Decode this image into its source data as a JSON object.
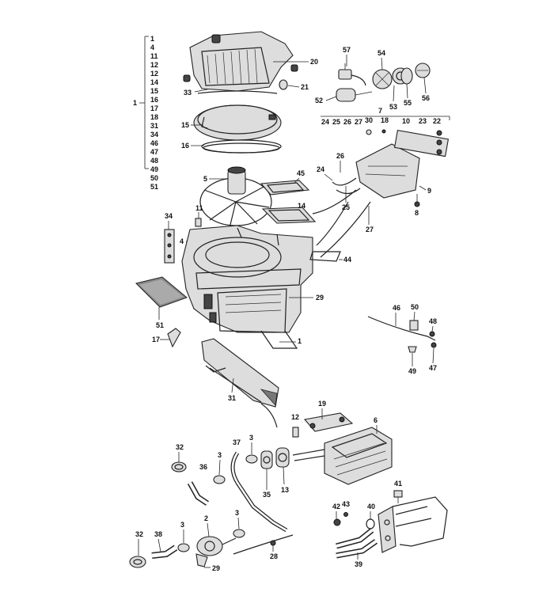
{
  "group_list": {
    "parent": "1",
    "items": [
      "1",
      "4",
      "11",
      "12",
      "12",
      "14",
      "15",
      "16",
      "17",
      "18",
      "31",
      "34",
      "46",
      "47",
      "48",
      "49",
      "50",
      "51"
    ]
  },
  "row_7": {
    "header": "7",
    "items": [
      "24",
      "25",
      "26",
      "27",
      "30",
      "18",
      "10",
      "23",
      "22"
    ]
  },
  "callouts": {
    "c20": "20",
    "c21": "21",
    "c33": "33",
    "c57": "57",
    "c54": "54",
    "c52": "52",
    "c53": "53",
    "c55": "55",
    "c56": "56",
    "c15": "15",
    "c16": "16",
    "c5": "5",
    "c45": "45",
    "c14": "14",
    "c26": "26",
    "c24": "24",
    "c25": "25",
    "c9": "9",
    "c8": "8",
    "c27": "27",
    "c11": "11",
    "c34": "34",
    "c4": "4",
    "c44": "44",
    "c29": "29",
    "c51": "51",
    "c46": "46",
    "c50": "50",
    "c48": "48",
    "c17": "17",
    "c1": "1",
    "c49": "49",
    "c47": "47",
    "c31": "31",
    "c19": "19",
    "c12": "12",
    "c6": "6",
    "c32a": "32",
    "c37": "37",
    "c3a": "3",
    "c3b": "3",
    "c36": "36",
    "c35": "35",
    "c13": "13",
    "c41": "41",
    "c43": "43",
    "c42": "42",
    "c40": "40",
    "c32b": "32",
    "c38": "38",
    "c3c": "3",
    "c2": "2",
    "c3d": "3",
    "c28": "28",
    "c29b": "29",
    "c39": "39"
  }
}
